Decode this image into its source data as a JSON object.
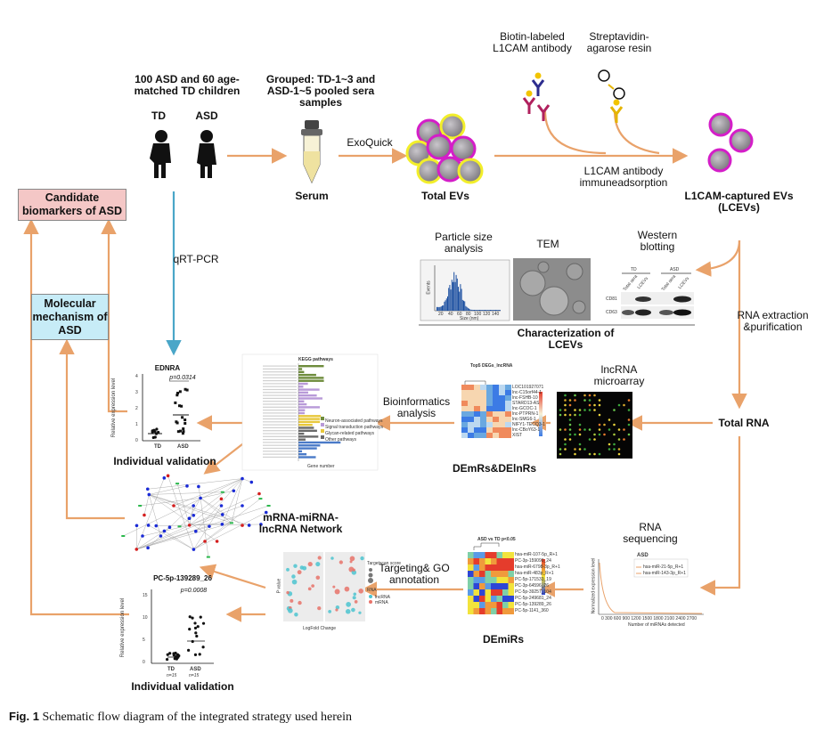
{
  "top": {
    "cohort": "100 ASD and 60 age-matched TD children",
    "td": "TD",
    "asd": "ASD",
    "grouped": "Grouped: TD-1~3 and ASD-1~5 pooled sera samples",
    "exoquick": "ExoQuick",
    "serum": "Serum",
    "total_evs": "Total EVs",
    "biotin": "Biotin-labeled L1CAM antibody",
    "streptavidin": "Streptavidin-agarose resin",
    "immuno": "L1CAM antibody immuneadsorption",
    "lcevs": "L1CAM-captured EVs (LCEVs)"
  },
  "left": {
    "candidate": "Candidate biomarkers of ASD",
    "molecular": "Molecular mechanism of ASD",
    "qrtpcr": "qRT-PCR"
  },
  "characterization": {
    "particle": "Particle size analysis",
    "tem": "TEM",
    "western": "Western blotting",
    "title": "Characterization of LCEVs",
    "wb_td": "TD",
    "wb_asd": "ASD",
    "wb_total1": "Total sera",
    "wb_lcevs1": "LCEVs",
    "wb_total2": "Total sera",
    "wb_lcevs2": "LCEVs",
    "wb_cd81": "CD81",
    "wb_cd63": "CD63",
    "ps_x1": "20",
    "ps_x2": "40",
    "ps_x3": "60",
    "ps_x4": "80",
    "ps_x5": "100",
    "ps_x6": "120",
    "ps_x7": "140",
    "ps_xlabel": "Size (nm)",
    "ps_ylabel": "Events"
  },
  "right": {
    "rna_extraction": "RNA extraction &purification",
    "total_rna": "Total RNA",
    "lncrna_microarray": "lncRNA microarray",
    "rna_seq": "RNA sequencing",
    "seq_title": "ASD",
    "seq_l1": "hsa-miR-21-5p_R+1",
    "seq_l2": "hsa-miR-143-3p_R+1",
    "seq_xlabel": "Number of miRNAs detected",
    "seq_ylabel": "Normalized expression level",
    "seq_xticks": "0 300 600 900 1200 1500 1800 2100 2400 2700"
  },
  "middle": {
    "bioinformatics": "Bioinformatics analysis",
    "demrs": "DEmRs&DElnRs",
    "heat1_title": "Top5 DEGs_lncRNA",
    "demirs": "DEmiRs",
    "heat2_title": "ASD vs TD p<0.05",
    "targeting": "Targeting& GO annotation",
    "network": "mRNA-miRNA-lncRNA Network",
    "kegg_title": "KEGG pathways",
    "kegg_xlabel": "Gene number",
    "kegg_legend1": "Neuron-associated pathways",
    "kegg_legend2": "Signal transduction pathways",
    "kegg_legend3": "Glycan-related pathways",
    "kegg_legend4": "Other pathways",
    "volcano_xlabel": "LogFold Change",
    "volcano_ylabel": "P value",
    "volcano_legend_title": "Targetscan score",
    "volcano_rna": "RNA",
    "volcano_l1": "lncRNA",
    "volcano_l2": "mRNA"
  },
  "lnc_labels": [
    "LOC101927071",
    "lnc-C15orf44-1",
    "lnc-FSHB-10",
    "STARD13-AS",
    "lnc-GCOC-1",
    "lnc-PTPRN-1",
    "lnc-SMG6-1",
    "NIFY1-TECQ3-1",
    "lnc-CBoY63-1",
    "XIST"
  ],
  "mir_labels": [
    "hsa-miR-107-5p_R+1",
    "PC-3p-159090_24",
    "hsa-miR-6798-3p_R+1",
    "hsa-miR-483p_R+1",
    "PC-5p-171533_19",
    "PC-3p-64596_26",
    "PC-5p-39257_104",
    "PC-5p-249681_24",
    "PC-5p-139289_26",
    "PC-5p-1141_360"
  ],
  "ednra": {
    "title": "EDNRA",
    "p": "p=0.0314",
    "ylabel": "Relative expression level",
    "x1": "TD",
    "x2": "ASD",
    "caption": "Individual validation",
    "yticks": [
      "0",
      "1",
      "2",
      "3",
      "4"
    ]
  },
  "pc5p": {
    "title": "PC-5p-139289_26",
    "p": "p=0.0008",
    "ylabel": "Relative expression level",
    "x1": "TD",
    "x2": "ASD",
    "n1": "n=15",
    "n2": "n=15",
    "caption": "Individual  validation",
    "yticks": [
      "0",
      "5",
      "10",
      "15"
    ]
  },
  "figure_caption": {
    "label": "Fig. 1",
    "text": "Schematic flow diagram of the integrated strategy used herein"
  },
  "colors": {
    "arrow_orange": "#e9a26a",
    "arrow_blue": "#4aa6c8",
    "candidate_bg": "#f4c7c6",
    "molecular_bg": "#c7ecf7",
    "ev_outer_magenta": "#d41ec8",
    "ev_outer_yellow": "#f2ee2a",
    "ev_core": "#8e8a90"
  }
}
